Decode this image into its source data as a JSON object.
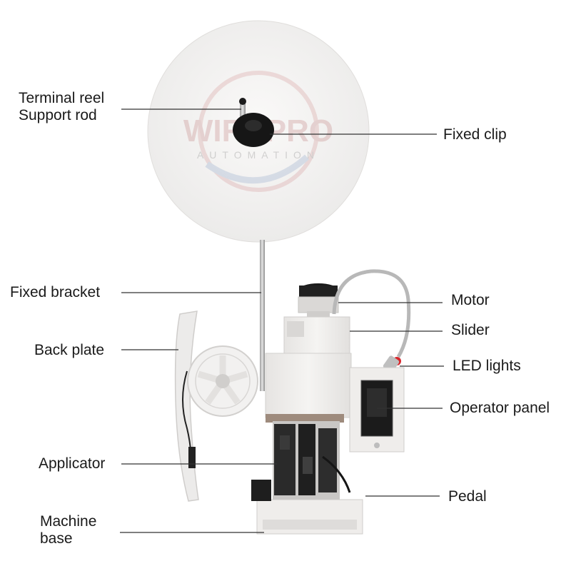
{
  "watermark": {
    "brand": "WIREPRO",
    "subtitle": "AUTOMATION"
  },
  "labels": {
    "terminal_reel": "Terminal reel",
    "support_rod": "Support rod",
    "fixed_clip": "Fixed clip",
    "fixed_bracket": "Fixed bracket",
    "motor": "Motor",
    "slider": "Slider",
    "back_plate": "Back plate",
    "led_lights": "LED lights",
    "operator_panel": "Operator panel",
    "applicator": "Applicator",
    "pedal": "Pedal",
    "machine_base_1": "Machine",
    "machine_base_2": "base"
  },
  "colors": {
    "text": "#1a1a1a",
    "leader_line": "#333333",
    "reel_fill": "#f4f2f1",
    "machine_body": "#f1efed",
    "dark_part": "#1c1c1c",
    "led_red": "#d8262b"
  }
}
